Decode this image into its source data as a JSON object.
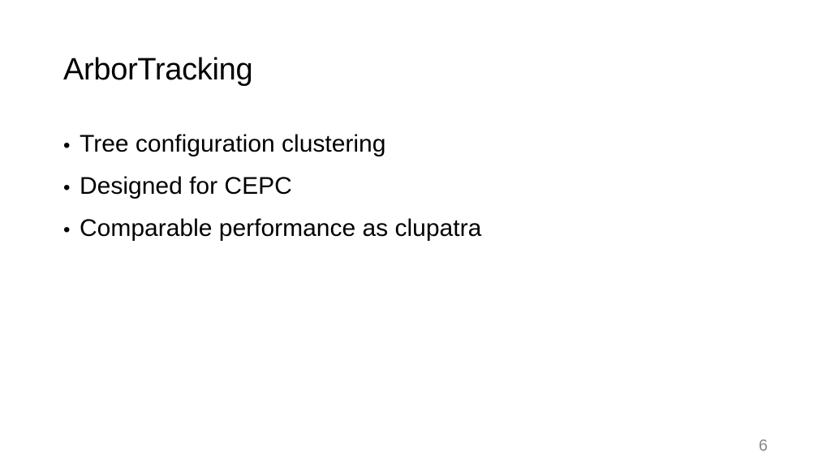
{
  "slide": {
    "title": "ArborTracking",
    "bullets": [
      "Tree configuration clustering",
      "Designed for CEPC",
      "Comparable performance as clupatra"
    ],
    "bullet_symbol": "•",
    "page_number": "6"
  }
}
